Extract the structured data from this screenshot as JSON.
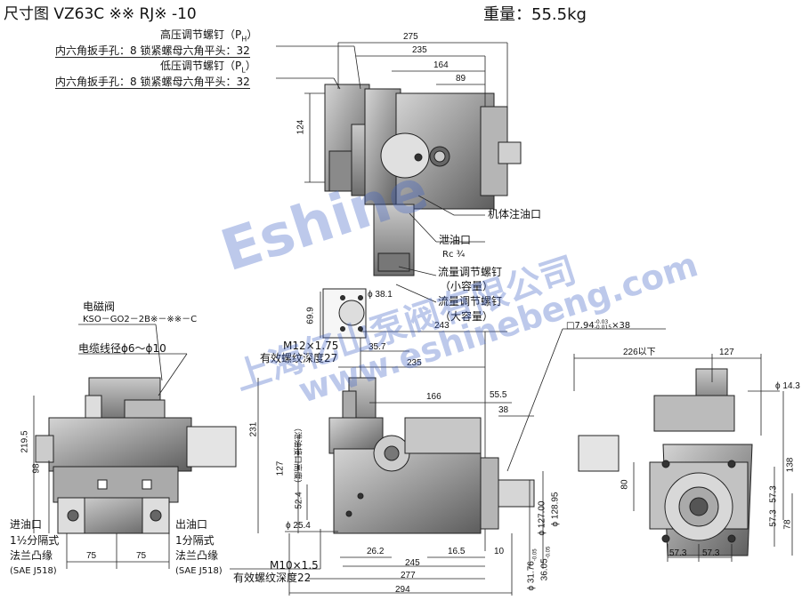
{
  "header": {
    "title": "尺寸图 VZ63C ※※ RJ※ -10",
    "weight": "重量：55.5kg"
  },
  "top_view": {
    "callouts": {
      "high_pressure_screw": "高压调节螺钉（P",
      "high_sub": "H",
      "close": "）",
      "hex_socket_1": "内六角扳手孔：8 锁紧螺母六角平头：32",
      "low_pressure_screw": "低压调节螺钉（P",
      "low_sub": "L",
      "hex_socket_2": "内六角扳手孔：8 锁紧螺母六角平头：32",
      "body_fill_port": "机体注油口",
      "drain_port": "泄油口",
      "drain_thread": "Rc ¾",
      "flow_screw_small": "流量调节螺钉",
      "flow_small": "（小容量）",
      "flow_screw_large": "流量调节螺钉",
      "flow_large": "（大容量）"
    },
    "dims": {
      "d275": "275",
      "d235": "235",
      "d164": "164",
      "d89": "89",
      "d124": "124"
    }
  },
  "port_detail": {
    "dims": {
      "d699": "69.9",
      "phi381": "ϕ 38.1",
      "m12": "M12×1.75",
      "thread_depth": "有效螺纹深度27",
      "d357": "35.7",
      "d243": "243",
      "d235": "235"
    }
  },
  "shaft_key": "□7.94",
  "shaft_key_tol_upper": "-0.03",
  "shaft_key_tol_lower": "-0.015",
  "shaft_key_len": "×38",
  "front_view": {
    "solenoid_valve": "电磁阀",
    "solenoid_model": "KSO－GO2－2B※－※※－C",
    "cable_dia": "电缆线径ϕ6～ϕ10",
    "inlet": "进油口",
    "inlet_spec": "1½分隔式",
    "inlet_flange": "法兰凸缘",
    "inlet_sae": "(SAE J518)",
    "outlet": "出油口",
    "outlet_spec": "1分隔式",
    "outlet_flange": "法兰凸缘",
    "outlet_sae": "(SAE J518)",
    "dims": {
      "d2195": "219.5",
      "d98": "98",
      "d231": "231",
      "d75a": "75",
      "d75b": "75"
    }
  },
  "side_view": {
    "dims": {
      "d166": "166",
      "d555": "55.5",
      "d38": "38",
      "d127": "127",
      "drain_height": "（泄油接口高度）",
      "d524": "52.4",
      "phi254": "ϕ 25.4",
      "phi127": "ϕ 127.00",
      "phi12895": "ϕ 128.95",
      "d262": "26.2",
      "d165": "16.5",
      "d10": "10",
      "d245": "245",
      "d277": "277",
      "d294": "294",
      "phi3176": "ϕ 31.76",
      "phi3176_tol": "-0.05",
      "d3605": "36.05",
      "d3605_tol": "-0.05",
      "m10": "M10×1.5",
      "thread_depth": "有效螺纹深度22"
    }
  },
  "rear_view": {
    "dims": {
      "d226": "226以下",
      "d127": "127",
      "phi143": "ϕ 14.3",
      "d138": "138",
      "d80": "80",
      "d573a": "57.3",
      "d573b": "57.3",
      "d78": "78",
      "d573c": "57.3",
      "d573d": "57.3"
    }
  },
  "watermark": {
    "brand": "Eshine",
    "company": "上海亿山泵阀有限公司",
    "url": "www.eshinebeng.com"
  }
}
